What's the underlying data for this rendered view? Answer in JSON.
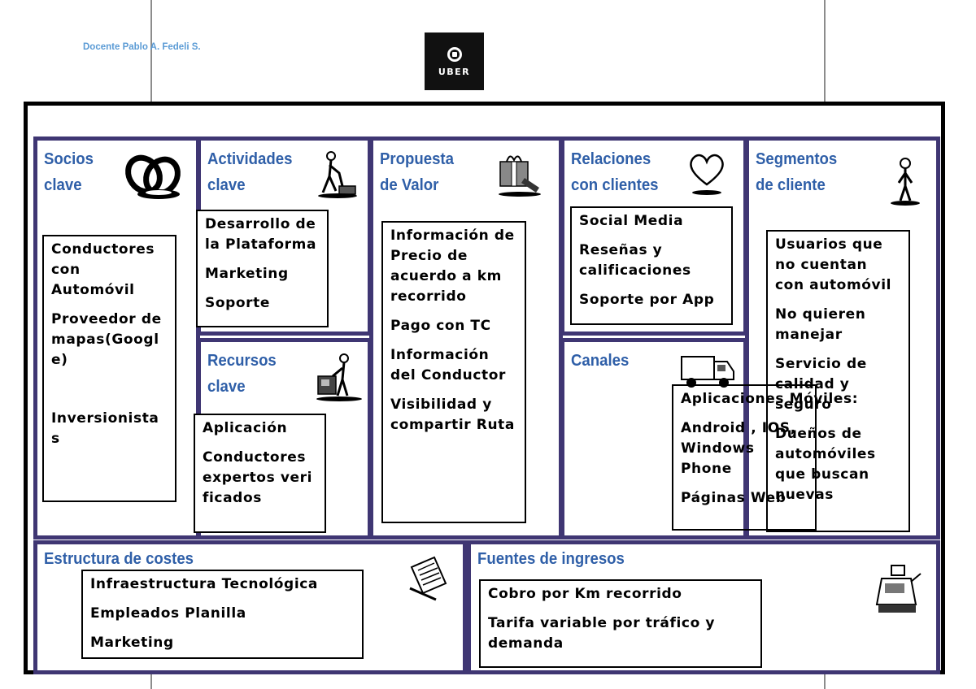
{
  "header": {
    "author": "Docente Pablo A. Fedeli S.",
    "logo_text": "UBER"
  },
  "canvas": {
    "socios": {
      "title_lines": [
        "Socios",
        "clave"
      ],
      "items": [
        "Conductores con Automóvil",
        "Proveedor de mapas(Google)",
        "Inversionistas"
      ],
      "icon": "chain-links-icon"
    },
    "actividades": {
      "title_lines": [
        "Actividades",
        "clave"
      ],
      "items": [
        "Desarrollo de la Plataforma",
        "Marketing",
        "Soporte"
      ],
      "icon": "worker-cleaning-icon"
    },
    "recursos": {
      "title_lines": [
        "Recursos",
        "clave"
      ],
      "items": [
        "Aplicación",
        "Conductores expertos verificados"
      ],
      "icon": "worker-with-machine-icon"
    },
    "propuesta": {
      "title_lines": [
        "Propuesta",
        "de Valor"
      ],
      "items": [
        "Información de Precio de acuerdo a km recorrido",
        "Pago con TC",
        "Información del Conductor",
        "Visibilidad y compartir Ruta"
      ],
      "icon": "gift-box-icon"
    },
    "relaciones": {
      "title_lines": [
        "Relaciones",
        "con clientes"
      ],
      "items": [
        "Social Media",
        "Reseñas y calificaciones",
        "Soporte por App"
      ],
      "icon": "heart-icon"
    },
    "canales": {
      "title_lines": [
        "Canales"
      ],
      "items": [
        "Aplicaciones Móviles:",
        "Android , IOS, Windows Phone",
        "Páginas Web"
      ],
      "icon": "delivery-truck-icon"
    },
    "segmentos": {
      "title_lines": [
        "Segmentos",
        "de cliente"
      ],
      "items": [
        "Usuarios que no cuentan con automóvil",
        "No quieren manejar",
        "Servicio de calidad y seguro",
        "Dueños de automóviles que buscan nuevas"
      ],
      "icon": "person-standing-icon"
    },
    "costes": {
      "title_lines": [
        "Estructura de costes"
      ],
      "items": [
        "Infraestructura Tecnológica",
        "Empleados Planilla",
        "Marketing"
      ],
      "icon": "document-receipt-icon"
    },
    "ingresos": {
      "title_lines": [
        "Fuentes de ingresos"
      ],
      "items": [
        "Cobro por Km recorrido",
        "Tarifa variable por tráfico y demanda"
      ],
      "icon": "cash-register-icon"
    }
  }
}
